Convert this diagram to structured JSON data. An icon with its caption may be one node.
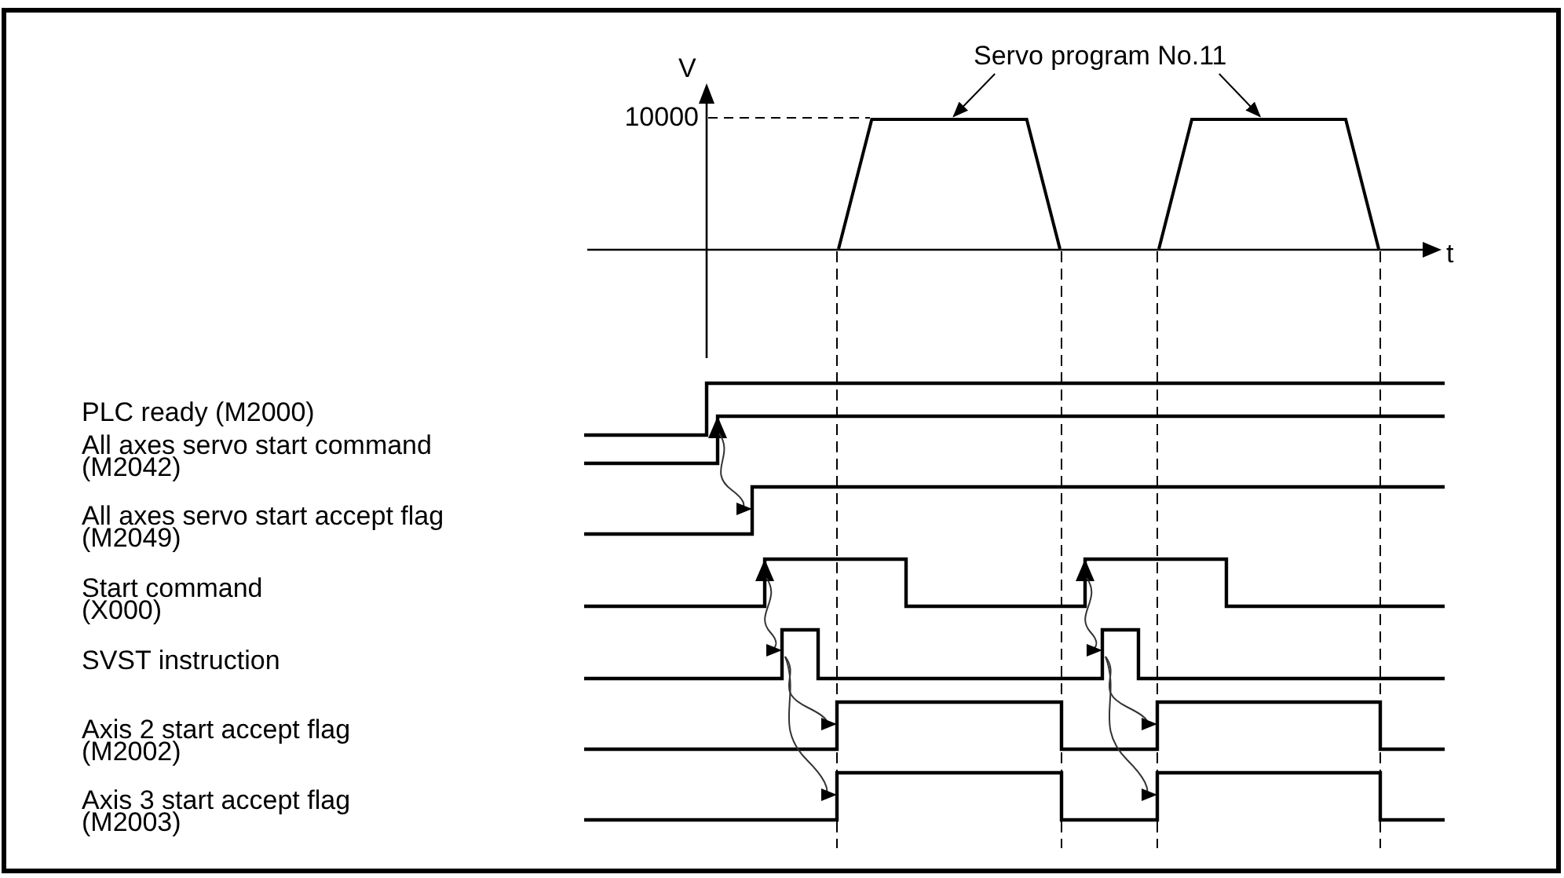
{
  "diagram": {
    "nodes": [
      {
        "text": [
          "Servo program No.11"
        ]
      },
      {
        "text": [],
        "shape": "trapezoid"
      },
      {
        "text": [],
        "shape": "trapezoid"
      }
    ],
    "edges": [
      {
        "from": 0,
        "to": 1,
        "arrow": "to"
      },
      {
        "from": 0,
        "to": 2,
        "arrow": "to"
      }
    ],
    "labels": [
      "V",
      "10000",
      "t",
      "PLC ready (M2000)",
      "All axes servo start command (M2042)",
      "All axes servo start accept flag (M2049)",
      "Start command (X000)",
      "SVST instruction",
      "Axis 2 start accept flag (M2002)",
      "Axis 3 start accept flag (M2003)"
    ]
  }
}
